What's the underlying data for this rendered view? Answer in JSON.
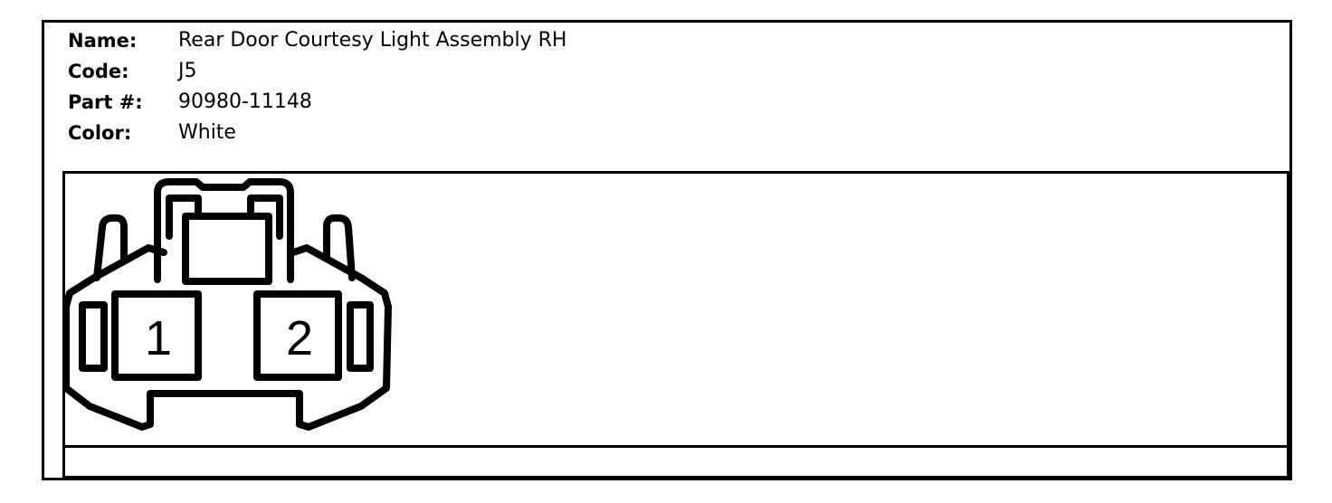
{
  "connector": {
    "name_label": "Name:",
    "name_value": "Rear Door Courtesy Light Assembly RH",
    "code_label": "Code:",
    "code_value": "J5",
    "part_label": "Part #:",
    "part_value": "90980-11148",
    "color_label": "Color:",
    "color_value": "White"
  },
  "pins": [
    {
      "number": "1"
    },
    {
      "number": "2"
    }
  ]
}
